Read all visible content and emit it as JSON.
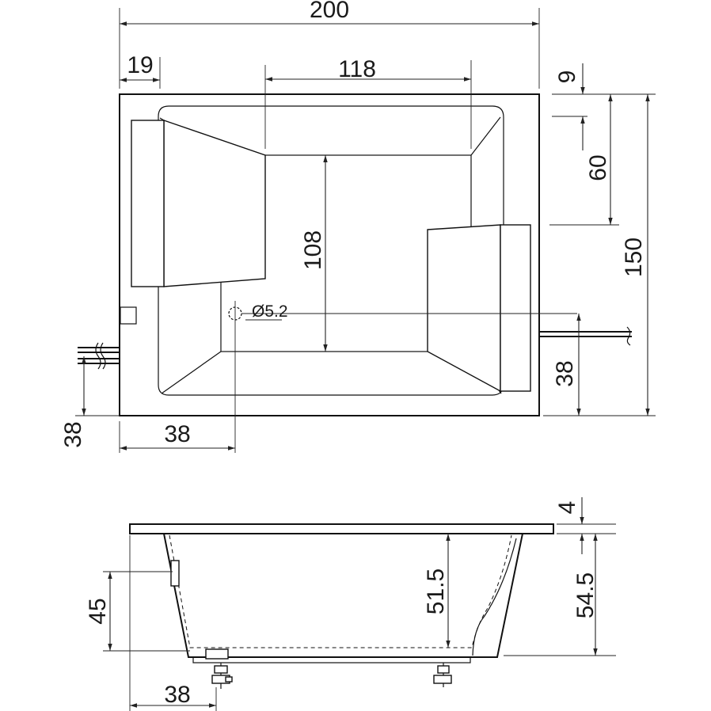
{
  "plan_view": {
    "overall_width": "200",
    "headrest_offset": "19",
    "inner_length": "118",
    "rim_offset": "9",
    "headrest_depth": "60",
    "overall_depth": "150",
    "inner_width": "108",
    "drain_diameter": "Ø5.2",
    "drain_x_offset": "38",
    "drain_y_offset": "38",
    "overflow_y_offset": "38"
  },
  "side_view": {
    "rim_thickness": "4",
    "inner_depth": "51.5",
    "total_height": "54.5",
    "overflow_height": "45",
    "drain_offset": "38"
  }
}
